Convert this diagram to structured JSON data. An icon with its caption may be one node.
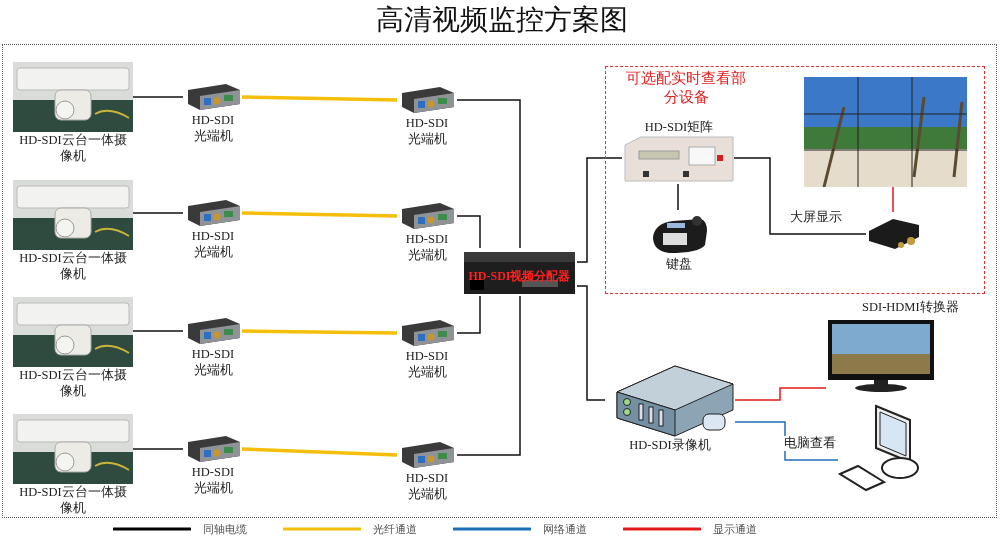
{
  "diagram": {
    "title": "高清视频监控方案图",
    "nodes": [
      {
        "text": [
          "HD-SDI云台一体摄像机"
        ]
      },
      {
        "text": [
          "HD-SDI云台一体摄像机"
        ]
      },
      {
        "text": [
          "HD-SDI云台一体摄像机"
        ]
      },
      {
        "text": [
          "HD-SDI云台一体摄像机"
        ]
      },
      {
        "text": [
          "HD-SDI 光端机"
        ]
      },
      {
        "text": [
          "HD-SDI 光端机"
        ]
      },
      {
        "text": [
          "HD-SDI 光端机"
        ]
      },
      {
        "text": [
          "HD-SDI 光端机"
        ]
      },
      {
        "text": [
          "HD-SDI 光端机"
        ]
      },
      {
        "text": [
          "HD-SDI 光端机"
        ]
      },
      {
        "text": [
          "HD-SDI 光端机"
        ]
      },
      {
        "text": [
          "HD-SDI 光端机"
        ]
      },
      {
        "text": [
          "HD-SDI视频分配器"
        ]
      },
      {
        "text": [
          "可选配实时查看部分设备"
        ]
      },
      {
        "text": [
          "HD-SDI矩阵"
        ],
        "in": 13
      },
      {
        "text": [
          "键盘"
        ],
        "in": 13
      },
      {
        "text": [],
        "shape": "picture",
        "in": 13
      },
      {
        "text": [],
        "shape": "picture",
        "in": 13
      },
      {
        "text": [
          "HD-SDI录像机"
        ]
      },
      {
        "text": [],
        "shape": "picture"
      },
      {
        "text": [],
        "shape": "picture"
      }
    ],
    "edges": [
      {
        "from": 0,
        "to": 4,
        "arrow": "none"
      },
      {
        "from": 1,
        "to": 5,
        "arrow": "none"
      },
      {
        "from": 2,
        "to": 6,
        "arrow": "none"
      },
      {
        "from": 3,
        "to": 7,
        "arrow": "none"
      },
      {
        "from": 4,
        "to": 8,
        "arrow": "none",
        "style": "thick",
        "color": "#f5be0b"
      },
      {
        "from": 5,
        "to": 9,
        "arrow": "none",
        "style": "thick",
        "color": "#f5be0b"
      },
      {
        "from": 6,
        "to": 10,
        "arrow": "none",
        "style": "thick",
        "color": "#f5be0b"
      },
      {
        "from": 7,
        "to": 11,
        "arrow": "none",
        "style": "thick",
        "color": "#f5be0b"
      },
      {
        "from": 8,
        "to": 12,
        "arrow": "none"
      },
      {
        "from": 9,
        "to": 12,
        "arrow": "none"
      },
      {
        "from": 10,
        "to": 12,
        "arrow": "none"
      },
      {
        "from": 11,
        "to": 12,
        "arrow": "none"
      },
      {
        "from": 12,
        "to": 14,
        "arrow": "none"
      },
      {
        "from": 14,
        "to": 15,
        "arrow": "none"
      },
      {
        "from": 14,
        "to": 17,
        "arrow": "none",
        "label": "大屏显示"
      },
      {
        "from": 17,
        "to": 16,
        "arrow": "none",
        "color": "#e31a1a"
      },
      {
        "from": 12,
        "to": 18,
        "arrow": "none"
      },
      {
        "from": 18,
        "to": 19,
        "arrow": "none",
        "color": "#e31a1a"
      },
      {
        "from": 18,
        "to": 20,
        "arrow": "none",
        "color": "#1c6fb5",
        "label": "电脑查看"
      }
    ],
    "labels": [
      "SDI-HDMI转换器"
    ],
    "legend": [
      {
        "text": "同轴电缆",
        "color": "#000000"
      },
      {
        "text": "光纤通道",
        "color": "#f5be0b"
      },
      {
        "text": "网络通道",
        "color": "#1c6fb5"
      },
      {
        "text": "显示通道",
        "color": "#e31a1a"
      }
    ]
  }
}
